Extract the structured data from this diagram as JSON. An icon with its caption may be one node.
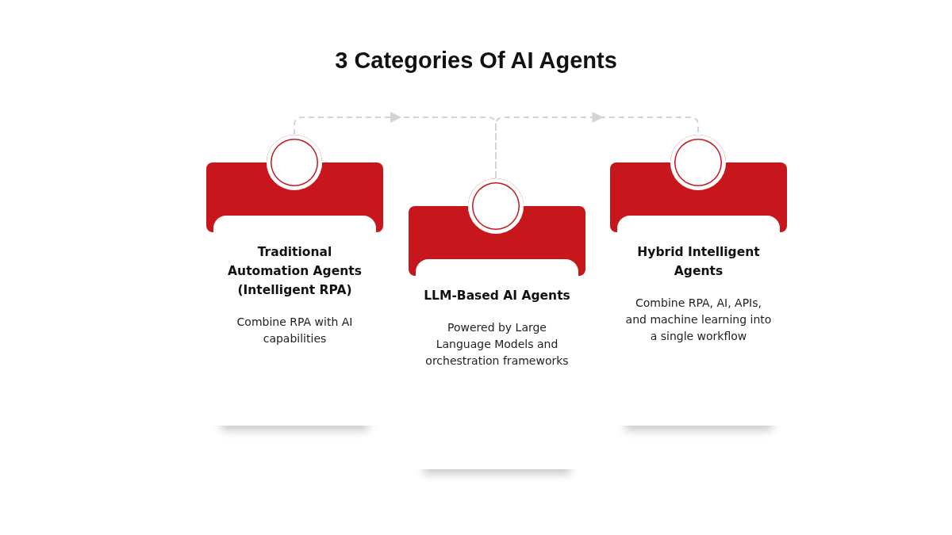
{
  "diagram": {
    "title": "3 Categories Of AI Agents",
    "nodes": [
      {
        "text": [
          "Traditional Automation Agents (Intelligent RPA)",
          "Combine RPA with AI capabilities"
        ]
      },
      {
        "text": [
          "LLM-Based AI Agents",
          "Powered by Large Language Models and orchestration frameworks"
        ]
      },
      {
        "text": [
          "Hybrid Intelligent Agents",
          "Combine RPA, AI, APIs, and machine learning into a single workflow"
        ]
      },
      {
        "text": [],
        "shape": "circle"
      },
      {
        "text": [],
        "shape": "circle"
      },
      {
        "text": [],
        "shape": "circle"
      }
    ],
    "edges": [
      {
        "from": 3,
        "to": 4,
        "arrow": "to",
        "style": "dashed",
        "color": "#cfd5d9"
      },
      {
        "from": 4,
        "to": 5,
        "arrow": "to",
        "style": "dashed",
        "color": "#cfd5d9"
      }
    ]
  }
}
